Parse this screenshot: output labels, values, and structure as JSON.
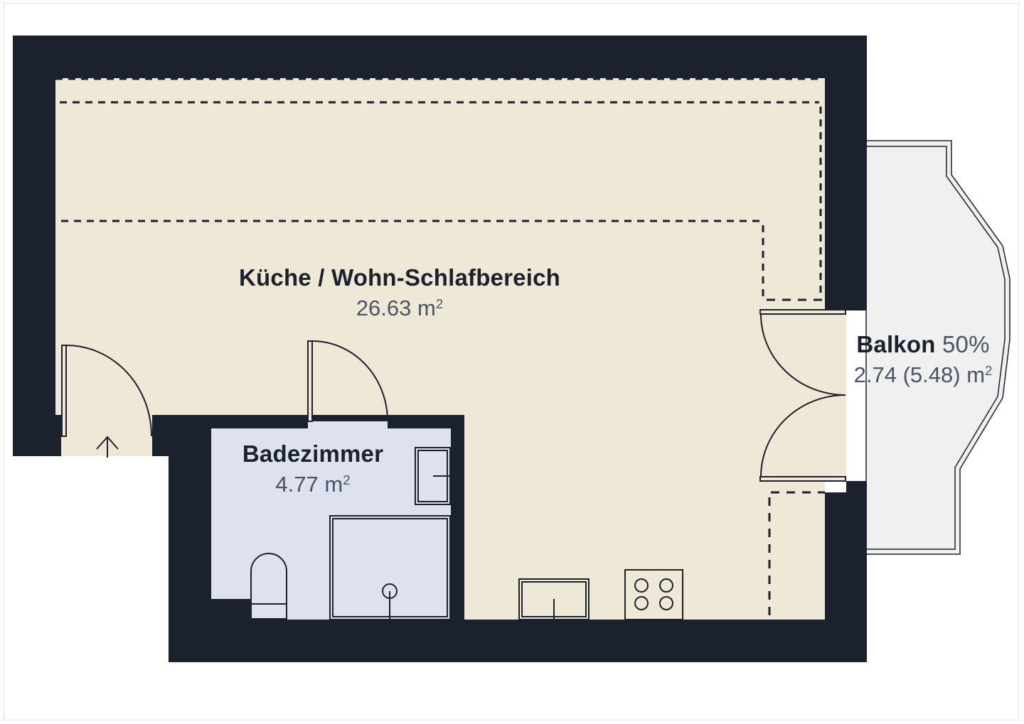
{
  "colors": {
    "wall": "#1c222d",
    "living_fill": "#f0e8d6",
    "bath_fill": "#dde2ee",
    "balcony_fill": "#f0f0f0",
    "line": "#1c222d",
    "area_text": "#4a5465"
  },
  "rooms": [
    {
      "id": "living",
      "name": "Küche / Wohn-Schlafbereich",
      "area": "26.63",
      "unit": "m",
      "unit_sup": "2"
    },
    {
      "id": "bathroom",
      "name": "Badezimmer",
      "area": "4.77",
      "unit": "m",
      "unit_sup": "2"
    },
    {
      "id": "balcony",
      "name": "Balkon",
      "percent": "50%",
      "area": "2.74 (5.48)",
      "unit": "m",
      "unit_sup": "2"
    }
  ],
  "fixtures": [
    "entrance-door",
    "bathroom-door",
    "balcony-double-door",
    "bathroom-sink",
    "toilet",
    "shower-tray",
    "kitchen-sink",
    "cooktop-4-burner",
    "entrance-arrow"
  ]
}
